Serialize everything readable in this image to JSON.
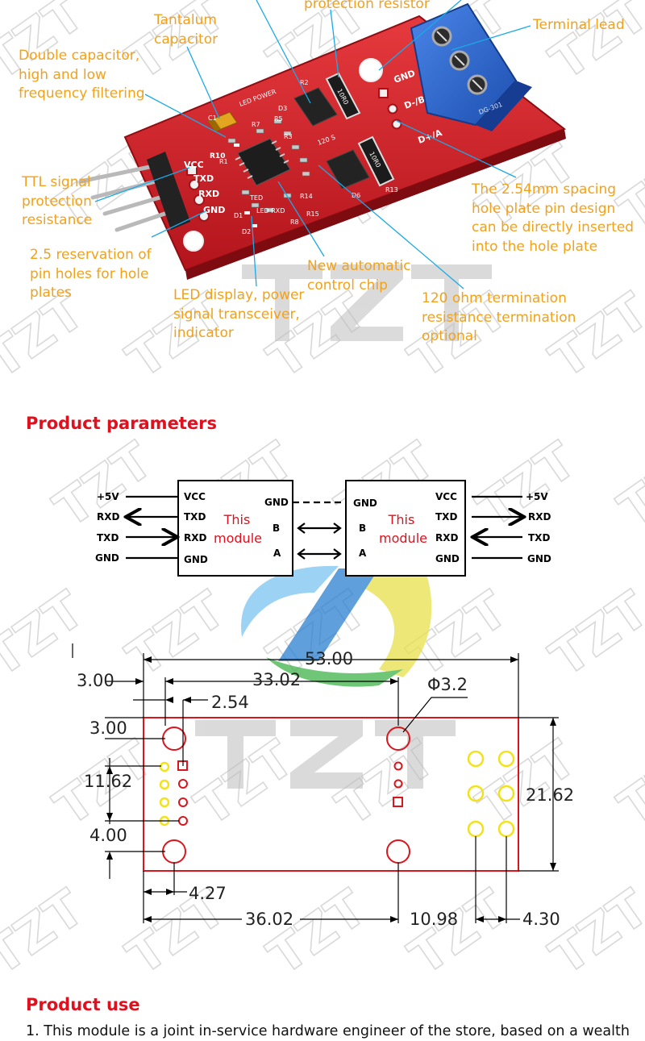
{
  "callouts": {
    "tantalum": "Tantalum\ncapacitor",
    "protection_resistor": "protection resistor",
    "terminal_lead": "Terminal lead",
    "double_capacitor": "Double capacitor,\nhigh and low\nfrequency filtering",
    "ttl_protection": "TTL signal\nprotection\nresistance",
    "pin_reservation": "2.5 reservation of\npin holes for hole\nplates",
    "spacing": "The 2.54mm spacing\nhole plate pin design\ncan be directly inserted\ninto the hole plate",
    "led_display": "LED display, power\nsignal transceiver,\nindicator",
    "auto_chip": "New automatic\ncontrol chip",
    "termination": "120 ohm termination\nresistance termination\noptional"
  },
  "board": {
    "pins_left": [
      "VCC",
      "TXD",
      "RXD",
      "GND"
    ],
    "pins_right": [
      "GND",
      "D-/B",
      "D+/A"
    ],
    "silk": {
      "r10": "R10",
      "led_power": "LED POWER",
      "d3": "D3",
      "r5": "R5",
      "r7": "R7",
      "r2": "R2",
      "r3": "R3",
      "d6": "D6",
      "r13": "R13",
      "r14": "R14",
      "r15": "R15",
      "r8": "R8",
      "r1": "R1",
      "c1": "C1",
      "r120": "120 S",
      "ted": "TED",
      "led_rxd": "LED RXD",
      "d1": "D1",
      "d2": "D2",
      "res_top": "10R0",
      "res_bottom": "10R0",
      "terminal_code": "DG-301"
    }
  },
  "sections": {
    "parameters": "Product parameters",
    "use": "Product use"
  },
  "wiring": {
    "left_outer": [
      "+5V",
      "RXD",
      "TXD",
      "GND"
    ],
    "left_module_pins_left": [
      "VCC",
      "TXD",
      "RXD",
      "GND"
    ],
    "left_module_pins_right": [
      "GND",
      "B",
      "A"
    ],
    "right_module_pins_left": [
      "GND",
      "B",
      "A"
    ],
    "right_module_pins_right": [
      "VCC",
      "TXD",
      "RXD",
      "GND"
    ],
    "right_outer": [
      "+5V",
      "RXD",
      "TXD",
      "GND"
    ],
    "module_label_line1": "This",
    "module_label_line2": "module"
  },
  "dimensions": {
    "width": "53.00",
    "hole_span": "33.02",
    "left_offset": "3.00",
    "pitch": "2.54",
    "hole_diameter": "Φ3.2",
    "top_offset": "3.00",
    "pin_span": "11.62",
    "bottom_offset": "4.00",
    "height": "21.62",
    "pin_x": "4.27",
    "hole_to_hole": "36.02",
    "terminal_span": "10.98",
    "terminal_pitch": "4.30"
  },
  "watermark": "TZT",
  "paragraph": "1. This module is a joint in-service hardware engineer of the store, based on a wealth",
  "colors": {
    "callout": "#f2a11a",
    "title": "#e0101e",
    "board": "#d51c23",
    "leader": "#1aa9e8",
    "terminal": "#2f66c9"
  }
}
